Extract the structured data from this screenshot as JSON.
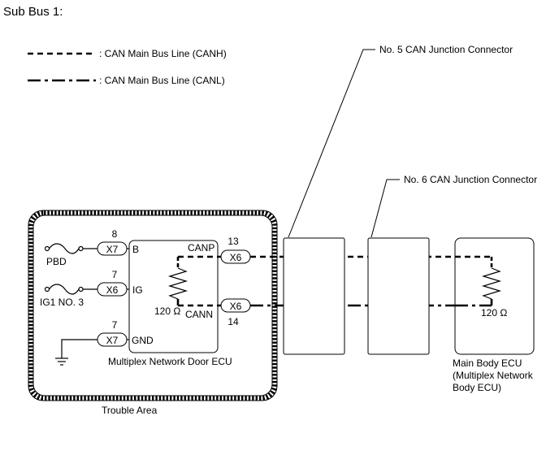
{
  "title": "Sub Bus 1:",
  "legend": {
    "canh": ": CAN Main Bus Line (CANH)",
    "canl": ": CAN Main Bus Line (CANL)"
  },
  "connectors": {
    "jc5": "No. 5 CAN Junction Connector",
    "jc6": "No. 6 CAN Junction Connector"
  },
  "door_ecu": {
    "name": "Multiplex Network Door ECU",
    "trouble_area": "Trouble Area",
    "terminals": {
      "b": "B",
      "ig": "IG",
      "gnd": "GND",
      "canp": "CANP",
      "cann": "CANN"
    },
    "resistor": "120 Ω"
  },
  "pins": {
    "b_conn": "X7",
    "b_pin": "8",
    "ig_conn": "X6",
    "ig_pin": "7",
    "gnd_conn": "X7",
    "gnd_pin": "7",
    "canp_conn": "X6",
    "canp_pin": "13",
    "cann_conn": "X6",
    "cann_pin": "14"
  },
  "fuses": {
    "pbd": "PBD",
    "ig1": "IG1 NO. 3"
  },
  "main_body_ecu": {
    "line1": "Main Body ECU",
    "line2": "(Multiplex Network",
    "line3": "Body ECU)",
    "resistor": "120 Ω"
  }
}
